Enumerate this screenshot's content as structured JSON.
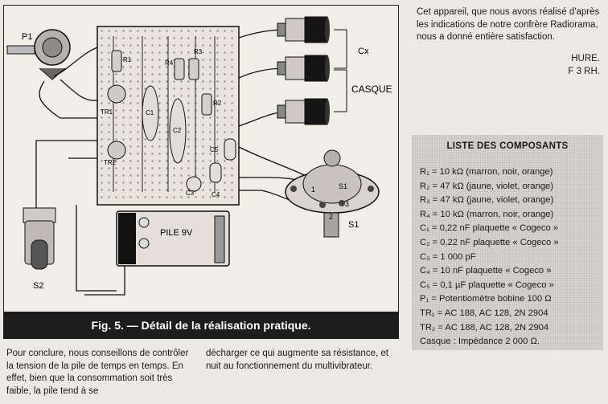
{
  "figure": {
    "caption": "Fig. 5. — Détail de la réalisation pratique.",
    "labels": {
      "p1": "P1",
      "s1_top": "S1",
      "s1_side": "S1",
      "s2": "S2",
      "cx": "Cx",
      "casque": "CASQUE",
      "tr1": "TR1",
      "tr2": "TR2",
      "c1": "C1",
      "c2": "C2",
      "c3": "C3",
      "c4": "C4",
      "c5": "C5",
      "r1": "R1",
      "r2": "R2",
      "r3": "R3",
      "r4": "R4",
      "pile": "PILE 9V",
      "sw_1": "1",
      "sw_2": "2",
      "sw_3": "3"
    }
  },
  "intro_text": "Cet appareil, que nous avons réalisé d'après les indications de notre confrère Radiorama, nous a donné entière satisfaction.",
  "signature": [
    "HURE.",
    "F 3 RH."
  ],
  "parts": {
    "title": "LISTE DES COMPOSANTS",
    "items": [
      "R₁ = 10 kΩ (marron, noir, orange)",
      "R₂ = 47 kΩ (jaune, violet, orange)",
      "R₃ = 47 kΩ (jaune, violet, orange)",
      "R₄ = 10 kΩ (marron, noir, orange)",
      "C₁ = 0,22 nF plaquette « Cogeco »",
      "C₂ = 0,22 nF plaquette « Cogeco »",
      "C₃ = 1 000 pF",
      "C₄ = 10 nF plaquette « Cogeco »",
      "C₅ = 0,1 µF plaquette « Cogeco »",
      "P₁ = Potentiomètre bobine 100 Ω",
      "TR₁ = AC 188, AC 128, 2N 2904",
      "TR₂ = AC 188, AC 128, 2N 2904",
      "Casque : Impédance 2 000 Ω."
    ]
  },
  "body": {
    "left": "Pour conclure, nous conseillons de contrôler la tension de la pile de temps en temps. En effet, bien que la consommation soit très faible, la pile tend à se",
    "middle": "décharger ce qui augmente sa résistance, et nuit au fonctionnement du multivibrateur."
  }
}
